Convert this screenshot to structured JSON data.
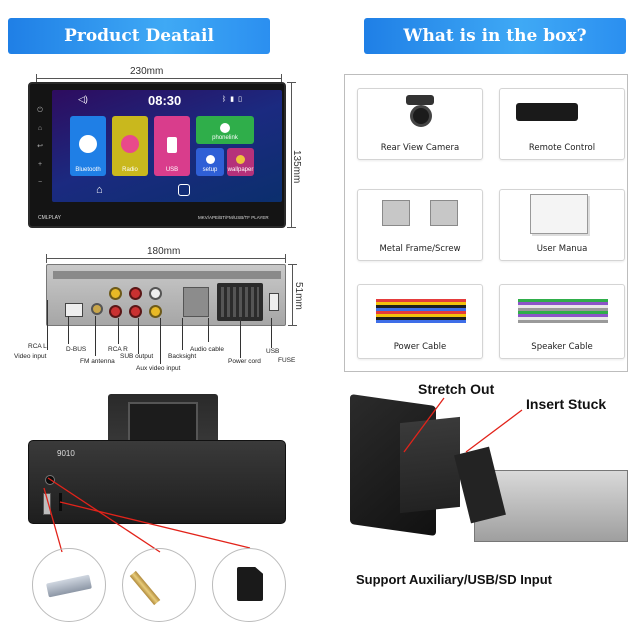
{
  "banners": {
    "left": "Product Deatail",
    "right": "What is in the box?"
  },
  "dimensions": {
    "width_top": "230mm",
    "height_side": "135mm",
    "width_rear": "180mm",
    "height_rear": "51mm"
  },
  "screen": {
    "time": "08:30",
    "tiles": [
      "Bluetooth",
      "Radio",
      "USB",
      "phonelink",
      "setup",
      "wallpaper"
    ],
    "brand": "CMLPLAY",
    "model": "MKV/APE/BT/FM/USB/TF PLAYER"
  },
  "rear_labels": {
    "rcal": "RCA L",
    "video_input": "Video input",
    "dbus": "D-BUS",
    "fm_antenna": "FM antenna",
    "rcar": "RCA R",
    "sub_output": "SUB output",
    "aux_video": "Aux video input",
    "backsight": "Backsight",
    "audio_cable": "Audio cable",
    "power_cord": "Power cord",
    "usb": "USB",
    "fuse": "FUSE"
  },
  "box_items": [
    "Rear View Camera",
    "Remote Control",
    "Metal Frame/Screw",
    "User Manua",
    "Power Cable",
    "Speaker Cable"
  ],
  "front_unit_label": "9010",
  "captions": {
    "stretch": "Stretch Out",
    "insert": "Insert Stuck",
    "support": "Support Auxiliary/USB/SD Input"
  },
  "colors": {
    "banner_blue": "#2b8ff0",
    "callout_red": "#e2231a"
  }
}
